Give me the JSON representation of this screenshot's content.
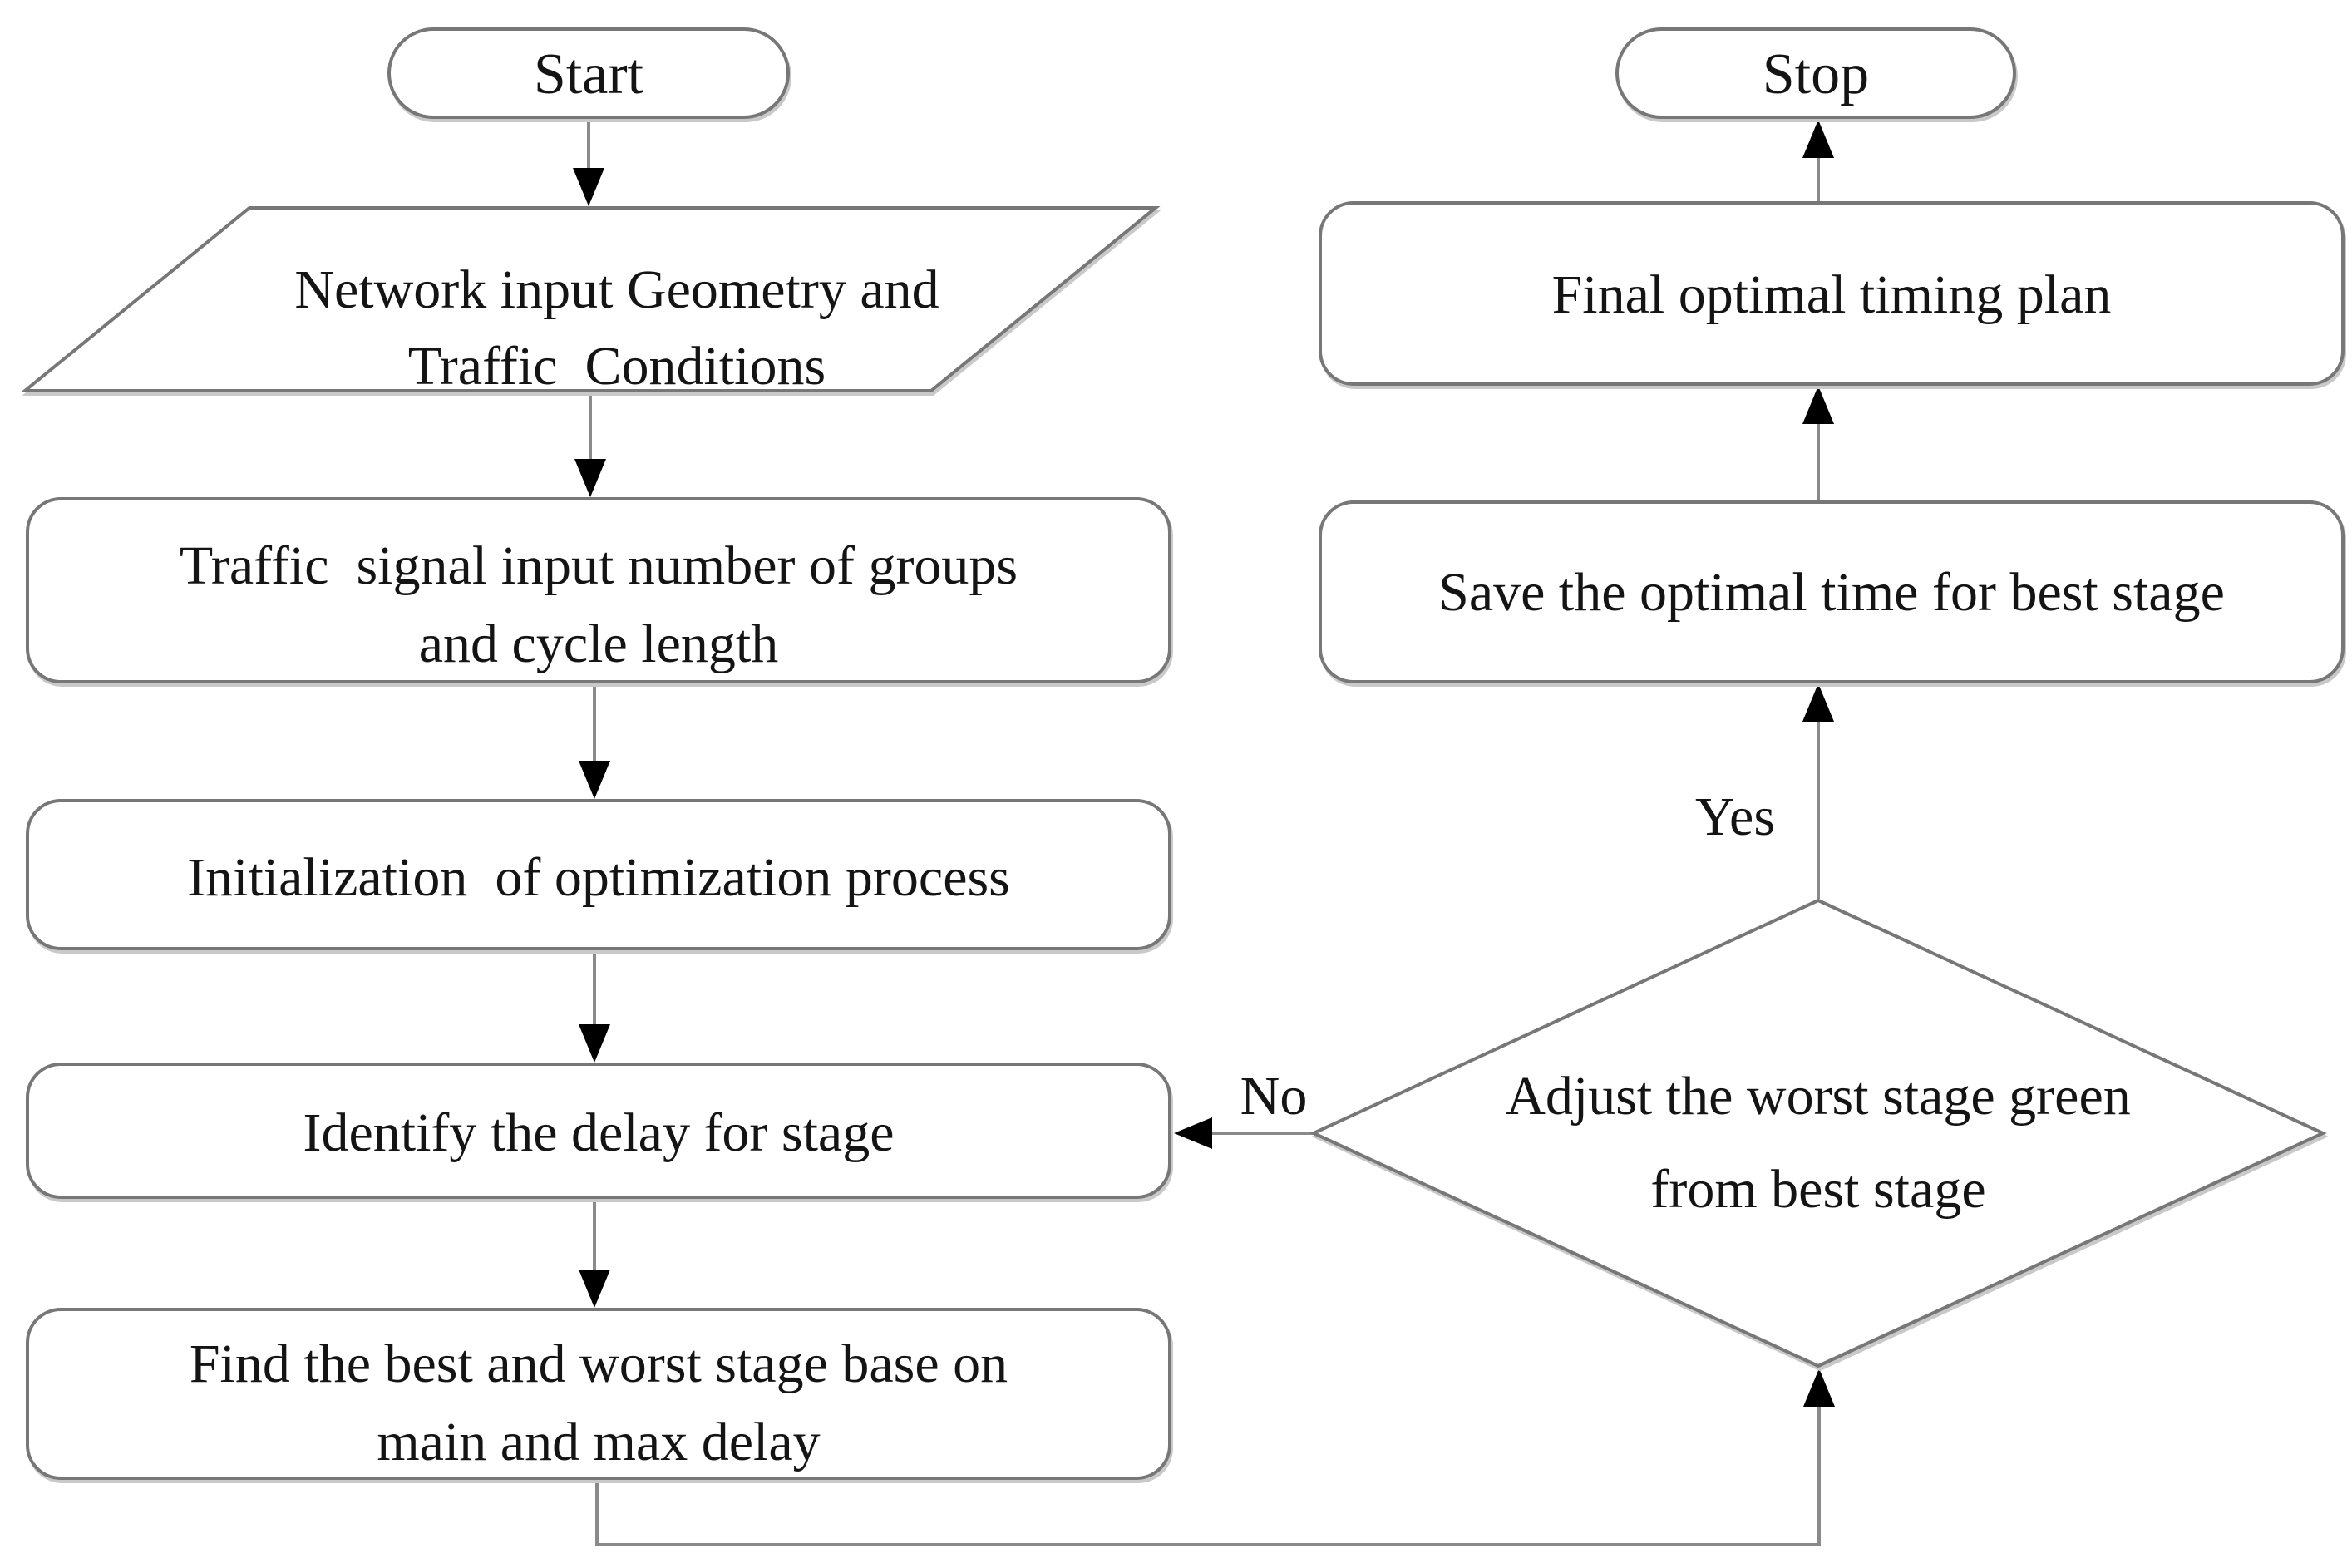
{
  "page": {
    "background": "#ffffff"
  },
  "colors": {
    "shape_stroke": "#777777",
    "connector": "#8a8a8a",
    "arrowhead": "#000000",
    "text": "#141414"
  },
  "nodes": {
    "start": {
      "type": "terminator",
      "label": "Start"
    },
    "network_input": {
      "type": "input-output",
      "lines": [
        "Network input Geometry and",
        "Traffic  Conditions"
      ]
    },
    "signal_input": {
      "type": "process",
      "lines": [
        "Traffic  signal input number of groups",
        "and cycle length"
      ]
    },
    "initialization": {
      "type": "process",
      "label": "Initialization  of optimization process"
    },
    "identify_delay": {
      "type": "process",
      "label": "Identify the delay for stage"
    },
    "find_best_worst": {
      "type": "process",
      "lines": [
        "Find the best and worst stage base on",
        "main and max delay"
      ]
    },
    "adjust_decision": {
      "type": "decision",
      "lines": [
        "Adjust the worst stage green",
        "from best stage"
      ]
    },
    "save_optimal": {
      "type": "process",
      "label": "Save the optimal time for best stage"
    },
    "final_plan": {
      "type": "process",
      "label": "Final optimal timing plan"
    },
    "stop": {
      "type": "terminator",
      "label": "Stop"
    }
  },
  "edge_labels": {
    "yes": "Yes",
    "no": "No"
  },
  "edges": [
    {
      "from": "start",
      "to": "network_input",
      "label": ""
    },
    {
      "from": "network_input",
      "to": "signal_input",
      "label": ""
    },
    {
      "from": "signal_input",
      "to": "initialization",
      "label": ""
    },
    {
      "from": "initialization",
      "to": "identify_delay",
      "label": ""
    },
    {
      "from": "identify_delay",
      "to": "find_best_worst",
      "label": ""
    },
    {
      "from": "find_best_worst",
      "to": "adjust_decision",
      "label": ""
    },
    {
      "from": "adjust_decision",
      "to": "identify_delay",
      "label": "No"
    },
    {
      "from": "adjust_decision",
      "to": "save_optimal",
      "label": "Yes"
    },
    {
      "from": "save_optimal",
      "to": "final_plan",
      "label": ""
    },
    {
      "from": "final_plan",
      "to": "stop",
      "label": ""
    }
  ]
}
